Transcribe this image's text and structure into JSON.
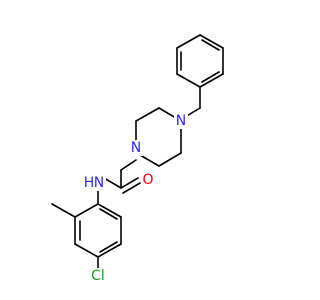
{
  "molecule": {
    "atom_labels": {
      "n_piperazine_top": "N",
      "n_piperazine_bottom": "N",
      "n_amide": "N",
      "h_amide": "H",
      "o_carbonyl": "O",
      "cl": "Cl"
    },
    "colors": {
      "bond": "#000000",
      "nitrogen": "#2a2aff",
      "oxygen": "#ff0000",
      "chlorine": "#1f9e1f"
    }
  }
}
